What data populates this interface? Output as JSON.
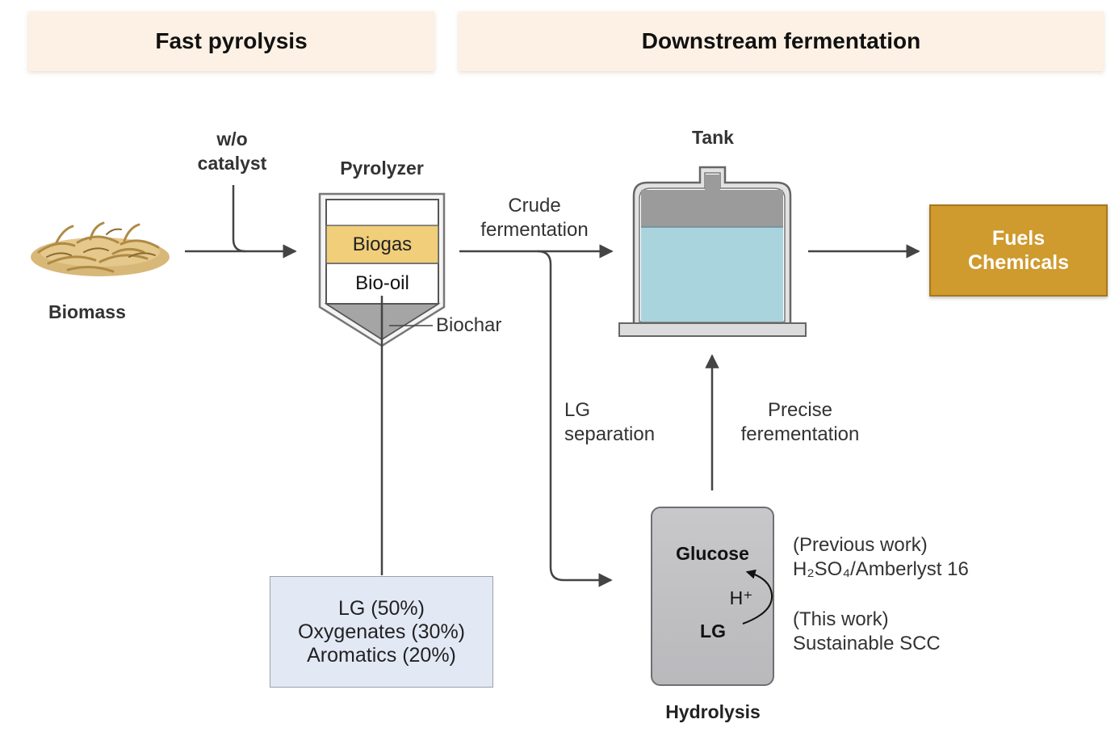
{
  "headers": {
    "left": "Fast pyrolysis",
    "right": "Downstream fermentation"
  },
  "biomass": {
    "label": "Biomass"
  },
  "catalyst": {
    "line1": "w/o",
    "line2": "catalyst"
  },
  "pyrolyzer": {
    "title": "Pyrolyzer",
    "biogas": "Biogas",
    "biooil": "Bio-oil",
    "biochar": "Biochar"
  },
  "composition": {
    "line1": "LG (50%)",
    "line2": "Oxygenates (30%)",
    "line3": "Aromatics (20%)"
  },
  "crude": {
    "line1": "Crude",
    "line2": "fermentation"
  },
  "lg_separation": {
    "line1": "LG",
    "line2": "separation"
  },
  "tank": {
    "title": "Tank"
  },
  "precise": {
    "line1": "Precise",
    "line2": "ferementation"
  },
  "products": {
    "line1": "Fuels",
    "line2": "Chemicals"
  },
  "hydrolysis": {
    "title": "Hydrolysis",
    "glucose": "Glucose",
    "h_plus": "H⁺",
    "lg": "LG"
  },
  "notes": {
    "previous_label": "(Previous work)",
    "previous_value": "H₂SO₄/Amberlyst 16",
    "this_label": "(This work)",
    "this_value": "Sustainable SCC"
  },
  "colors": {
    "banner_bg": "#fcf1e4",
    "biogas": "#f0ce7a",
    "liquid": "#a9d4de",
    "tank_gray": "#9b9b9b",
    "products_bg": "#cf9a2e",
    "composition_bg": "#e3e8f5",
    "hydrolysis_bg": "#c4c4c6"
  }
}
